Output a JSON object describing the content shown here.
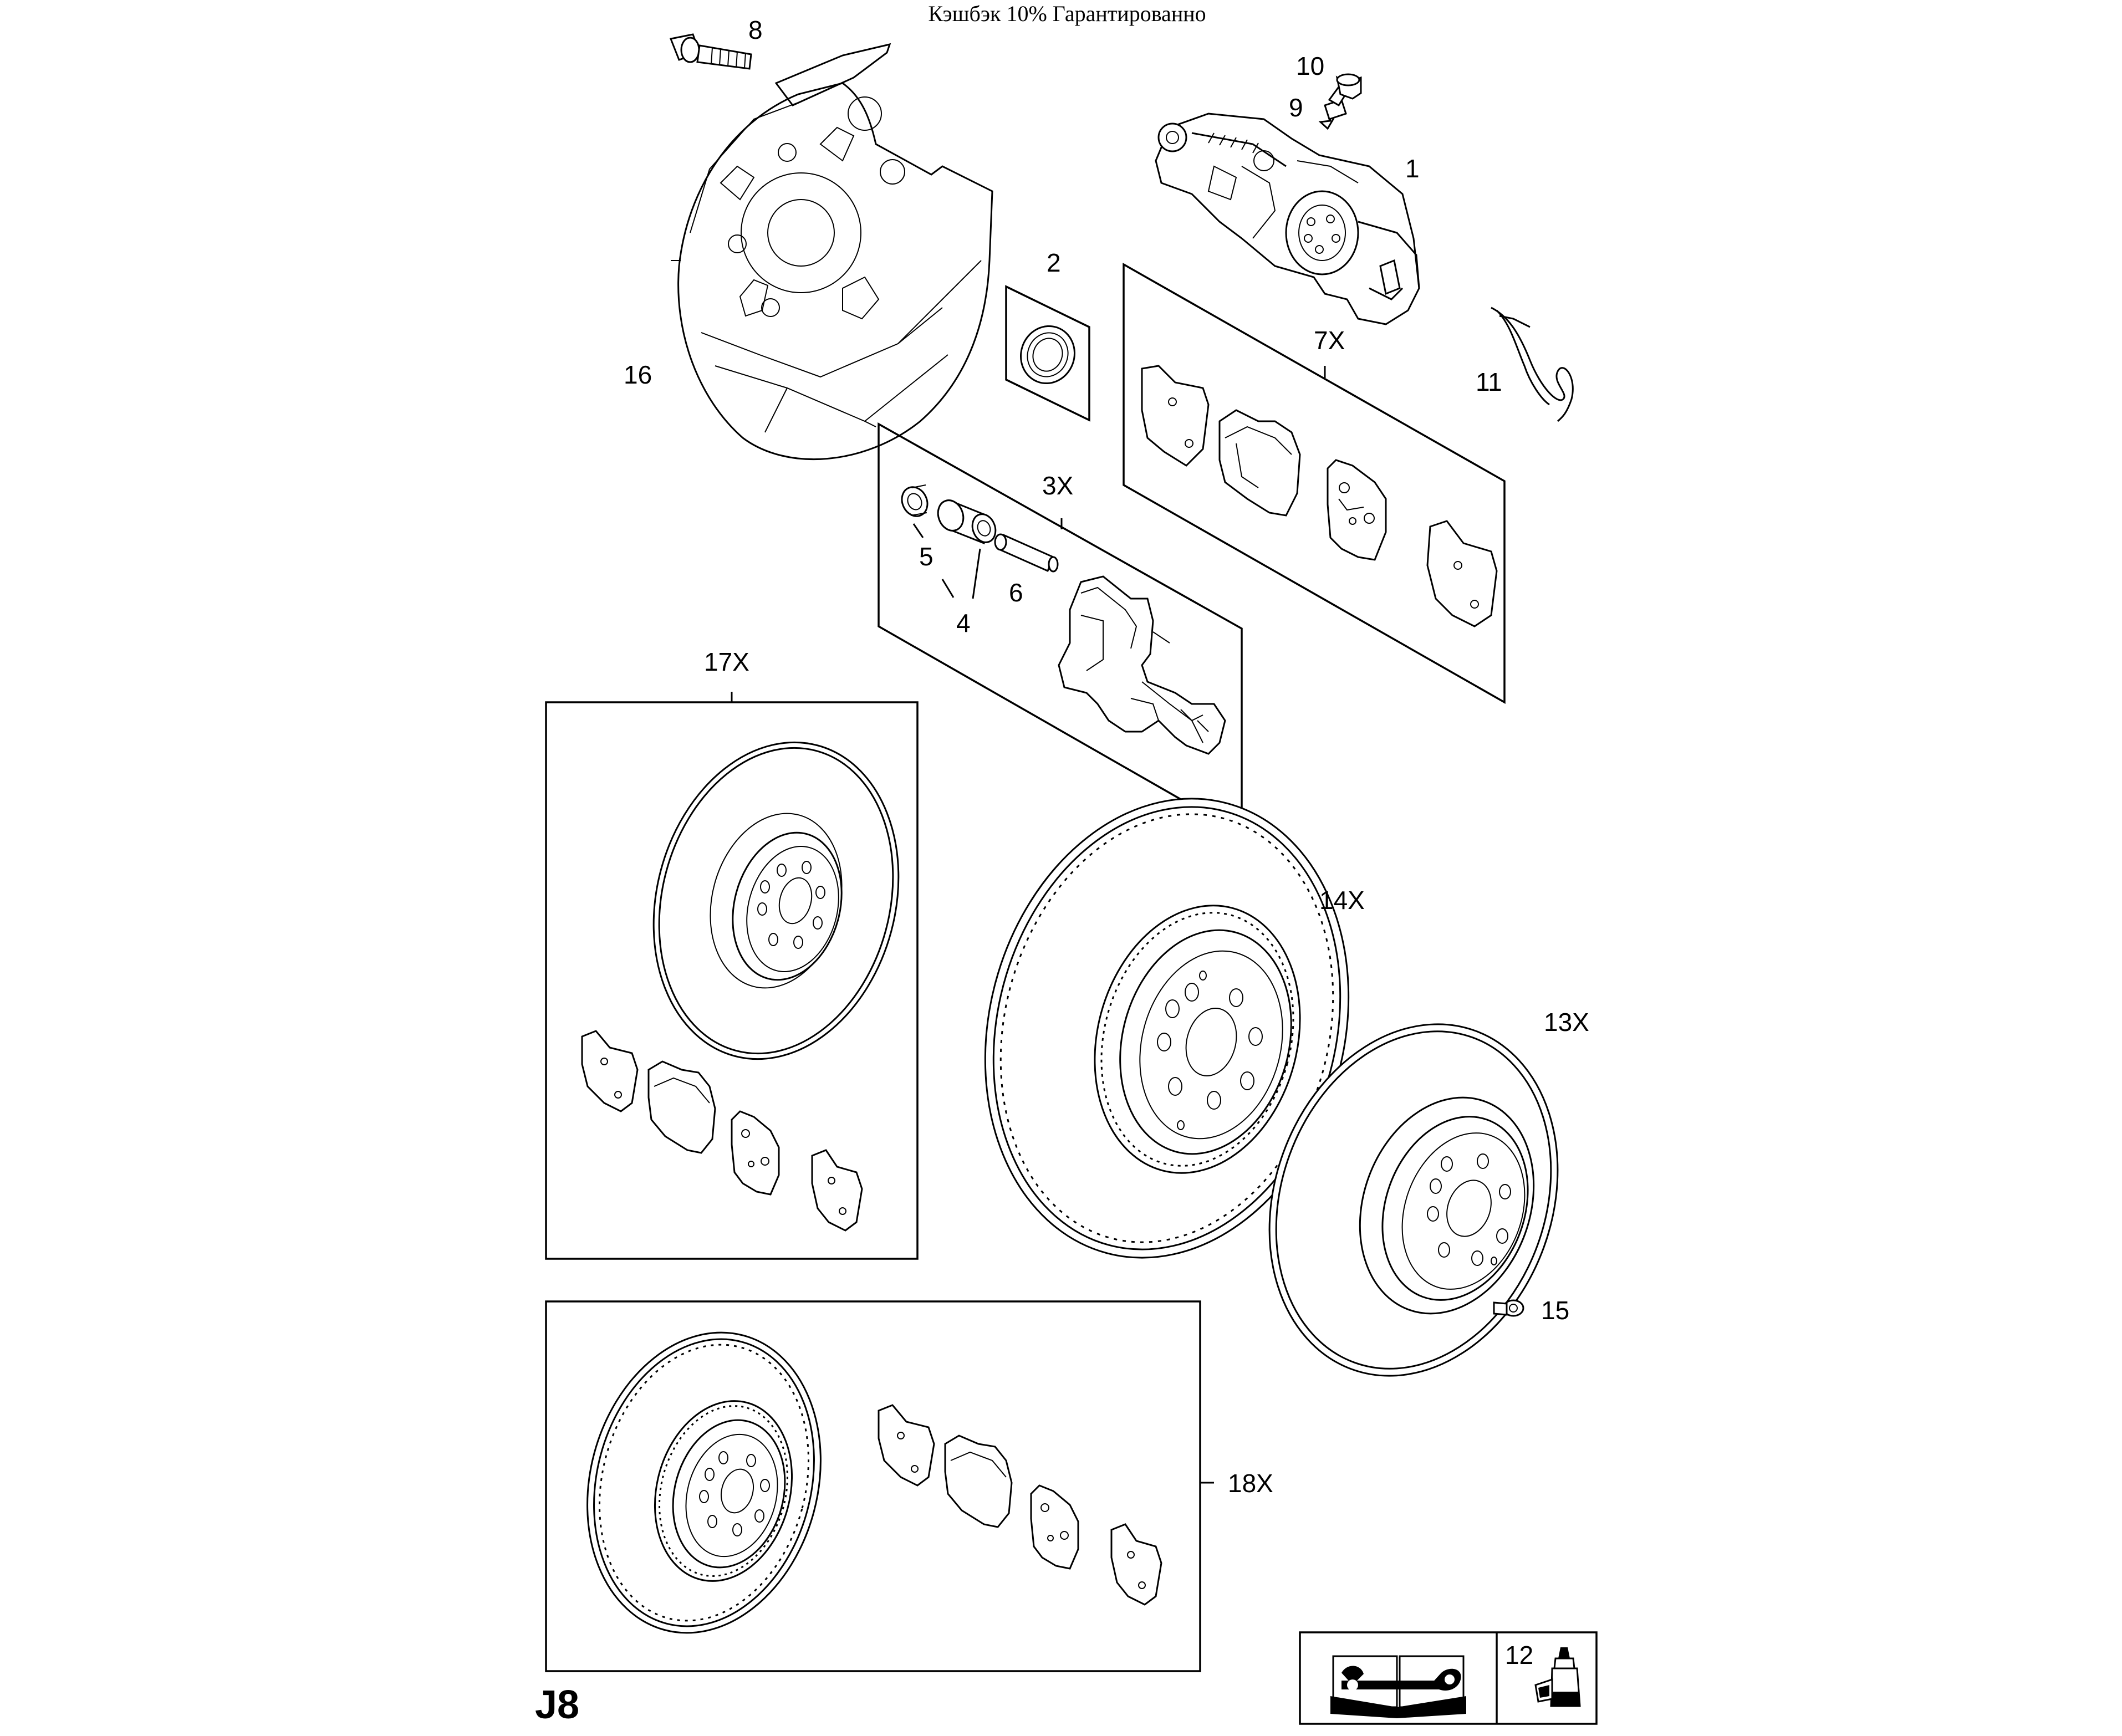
{
  "header": {
    "banner_text": "Кэшбэк 10% Гарантированно"
  },
  "page_ref": "J8",
  "callouts": [
    {
      "id": "c1",
      "text": "1"
    },
    {
      "id": "c2",
      "text": "2"
    },
    {
      "id": "c3x",
      "text": "3X"
    },
    {
      "id": "c4",
      "text": "4"
    },
    {
      "id": "c5",
      "text": "5"
    },
    {
      "id": "c6",
      "text": "6"
    },
    {
      "id": "c7x",
      "text": "7X"
    },
    {
      "id": "c8",
      "text": "8"
    },
    {
      "id": "c9",
      "text": "9"
    },
    {
      "id": "c10",
      "text": "10"
    },
    {
      "id": "c11",
      "text": "11"
    },
    {
      "id": "c12",
      "text": "12"
    },
    {
      "id": "c13x",
      "text": "13X"
    },
    {
      "id": "c14x",
      "text": "14X"
    },
    {
      "id": "c15",
      "text": "15"
    },
    {
      "id": "c16",
      "text": "16"
    },
    {
      "id": "c17x",
      "text": "17X"
    },
    {
      "id": "c18x",
      "text": "18X"
    }
  ],
  "legend": {
    "icons": [
      "service-manual-wrench-icon",
      "sealant-tube-icon"
    ],
    "item_number": "12"
  }
}
